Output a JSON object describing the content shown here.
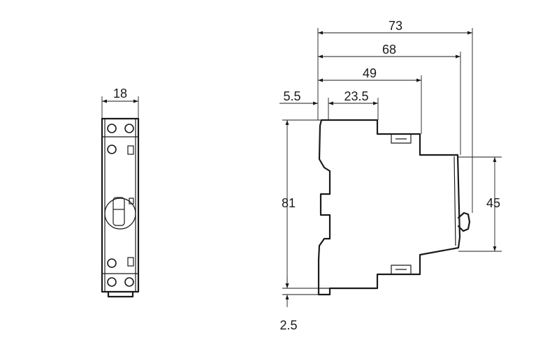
{
  "front_view": {
    "width_label": "18"
  },
  "side_view": {
    "depth_total_label": "73",
    "depth_68_label": "68",
    "depth_49_label": "49",
    "offset_label": "5.5",
    "step_label": "23.5",
    "height_label": "81",
    "face_height_label": "45",
    "rail_label": "2.5"
  }
}
